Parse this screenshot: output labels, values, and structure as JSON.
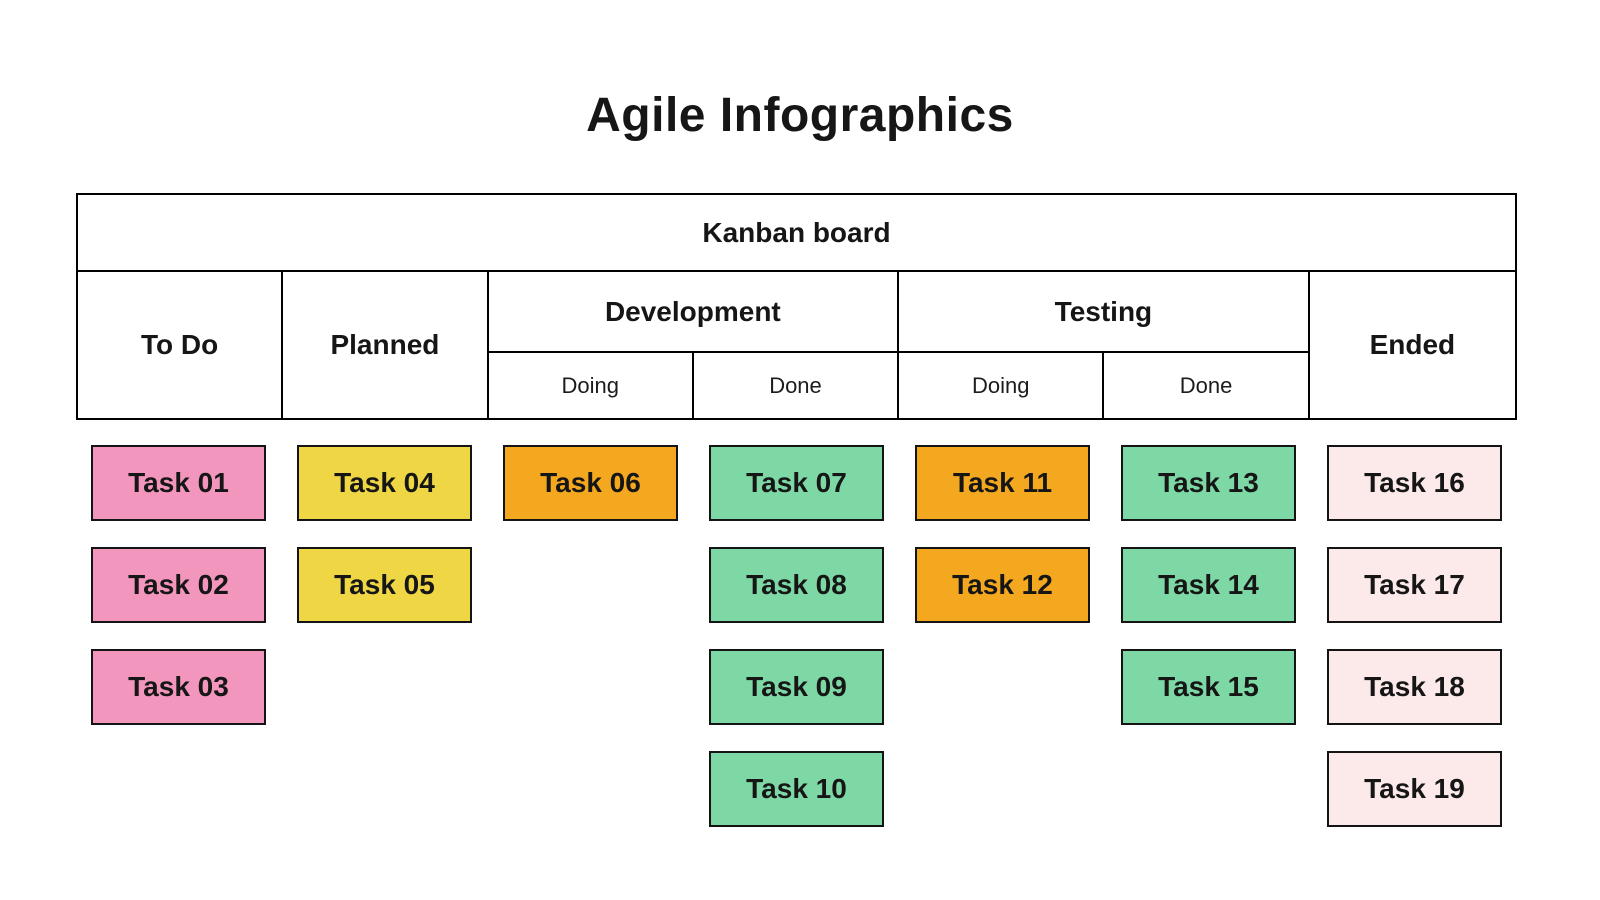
{
  "page": {
    "title": "Agile Infographics"
  },
  "board": {
    "title": "Kanban board",
    "headers": {
      "todo": "To Do",
      "planned": "Planned",
      "development": "Development",
      "testing": "Testing",
      "ended": "Ended",
      "dev_doing": "Doing",
      "dev_done": "Done",
      "test_doing": "Doing",
      "test_done": "Done"
    },
    "card_columns": [
      {
        "name": "todo",
        "color": "#F396BD",
        "tasks": [
          "Task 01",
          "Task 02",
          "Task 03"
        ]
      },
      {
        "name": "planned",
        "color": "#EFD644",
        "tasks": [
          "Task 04",
          "Task 05"
        ]
      },
      {
        "name": "development-doing",
        "color": "#F4A820",
        "tasks": [
          "Task 06"
        ]
      },
      {
        "name": "development-done",
        "color": "#7ED8A5",
        "tasks": [
          "Task 07",
          "Task 08",
          "Task 09",
          "Task 10"
        ]
      },
      {
        "name": "testing-doing",
        "color": "#F4A820",
        "tasks": [
          "Task 11",
          "Task 12"
        ]
      },
      {
        "name": "testing-done",
        "color": "#7ED8A5",
        "tasks": [
          "Task 13",
          "Task 14",
          "Task 15"
        ]
      },
      {
        "name": "ended",
        "color": "#FBEAE9",
        "tasks": [
          "Task 16",
          "Task 17",
          "Task 18",
          "Task 19"
        ]
      }
    ]
  },
  "colors": {
    "pink": "#F396BD",
    "yellow": "#EFD644",
    "orange": "#F4A820",
    "green": "#7ED8A5",
    "pale_pink": "#FBEAE9",
    "line": "#000000",
    "text": "#161616",
    "background": "#FFFFFF"
  }
}
